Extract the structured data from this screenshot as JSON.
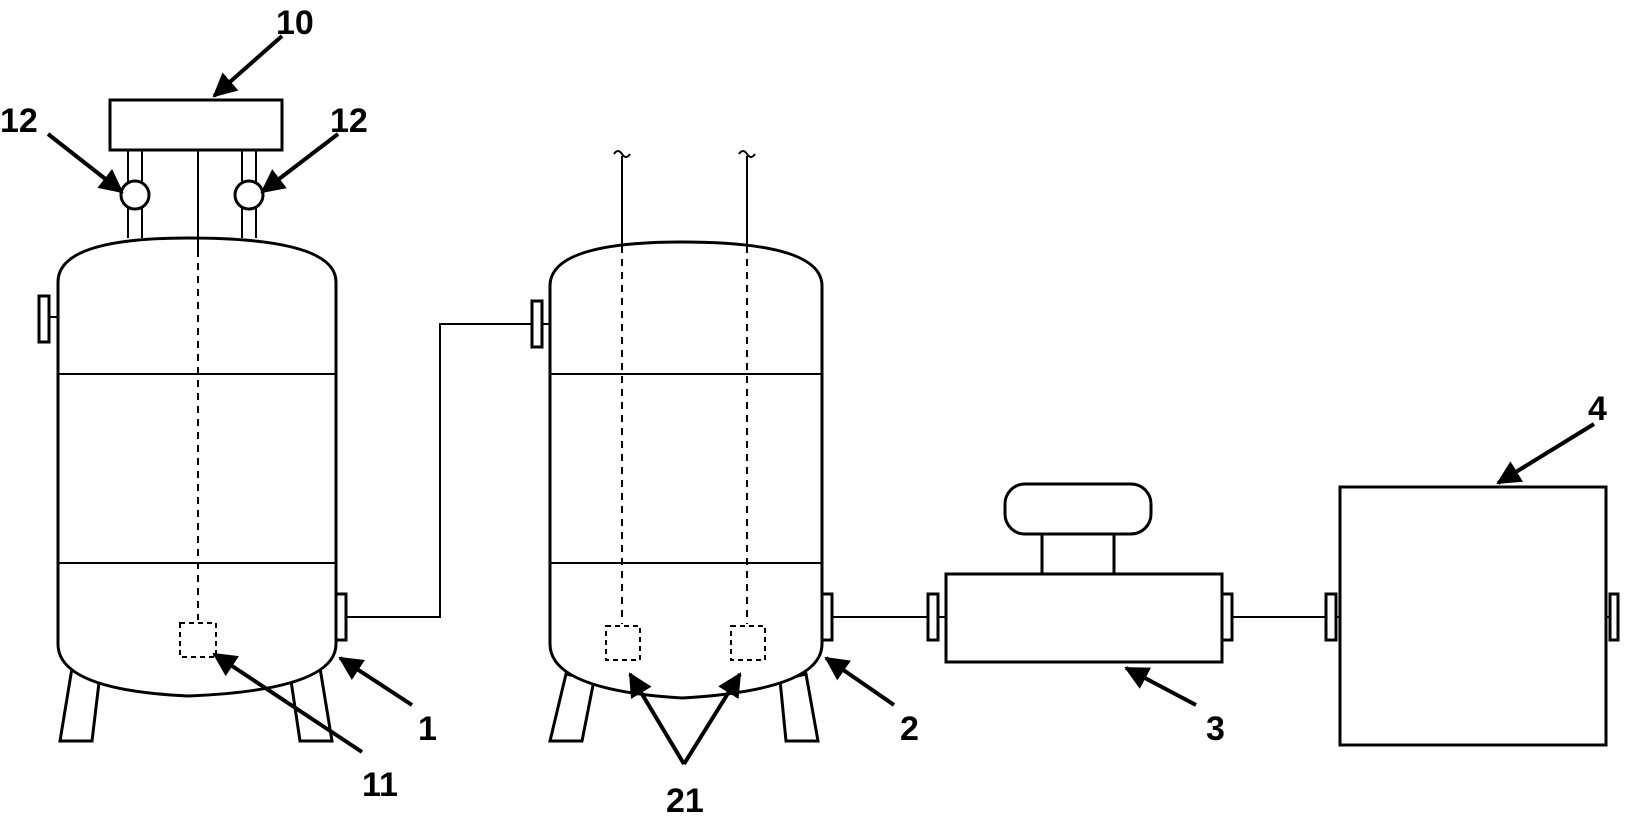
{
  "labels": {
    "l1": "1",
    "l2": "2",
    "l3": "3",
    "l4": "4",
    "l10": "10",
    "l11": "11",
    "l12a": "12",
    "l12b": "12",
    "l21": "21"
  },
  "colors": {
    "line": "#000000",
    "background": "#ffffff"
  }
}
